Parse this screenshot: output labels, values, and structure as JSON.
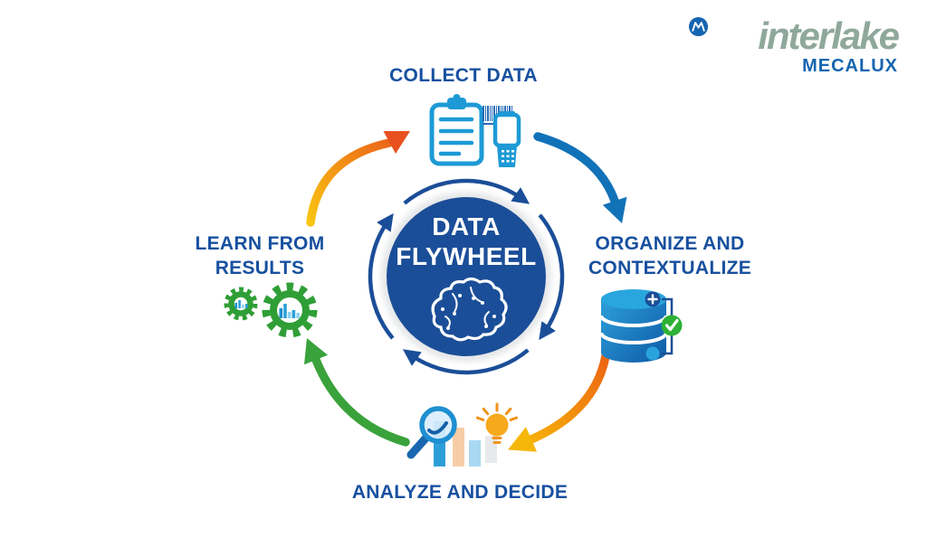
{
  "brand": {
    "wordmark": "interlake",
    "company": "MECALUX"
  },
  "center": {
    "line1": "DATA",
    "line2": "FLYWHEEL",
    "icon": "ai-brain-icon"
  },
  "stages": {
    "collect": {
      "label": "COLLECT DATA"
    },
    "organize": {
      "line1": "ORGANIZE AND",
      "line2": "CONTEXTUALIZE"
    },
    "analyze": {
      "label": "ANALYZE AND DECIDE"
    },
    "learn": {
      "line1": "LEARN FROM",
      "line2": "RESULTS"
    }
  },
  "flow": {
    "direction": "clockwise",
    "sequence": [
      "COLLECT DATA",
      "ORGANIZE AND CONTEXTUALIZE",
      "ANALYZE AND DECIDE",
      "LEARN FROM RESULTS"
    ]
  },
  "icons": {
    "center": "ai-brain-icon",
    "collect": [
      "clipboard-icon",
      "barcode-icon",
      "handheld-scanner-icon"
    ],
    "organize": [
      "database-icon",
      "plus-badge-icon",
      "check-badge-icon",
      "node-dot-icon"
    ],
    "analyze": [
      "magnifier-icon",
      "bar-chart-icon",
      "lightbulb-icon"
    ],
    "learn": [
      "gear-small-icon",
      "gear-large-icon"
    ],
    "logo": "mecalux-m-icon"
  },
  "arrows": [
    {
      "from": "learn-results",
      "to": "collect-data",
      "gradient": [
        "#f9c411",
        "#ea5a1c"
      ]
    },
    {
      "from": "collect-data",
      "to": "organize-contextualize",
      "color": "#1272b8"
    },
    {
      "from": "organize-contextualize",
      "to": "analyze-decide",
      "gradient": [
        "#ec6412",
        "#f8b908"
      ]
    },
    {
      "from": "analyze-decide",
      "to": "learn-results",
      "color": "#3aa23b"
    },
    {
      "ring": "center-cycle",
      "color": "#1b4e98",
      "direction": "clockwise"
    }
  ],
  "colors": {
    "heading_navy": "#17509f",
    "center_circle": "#1b4e98",
    "bright_blue": "#1d9ad6",
    "medium_blue": "#1272b8",
    "green": "#3aa23b",
    "check_green": "#2db135",
    "orange": "#ea5a1c",
    "yellow": "#f8b908",
    "peach_bar": "#f7cda8",
    "light_blue_bar": "#a9d8f3",
    "gray_bar": "#e7e9eb",
    "logo_sage": "#8fa89b",
    "logo_blue": "#1565b0"
  }
}
